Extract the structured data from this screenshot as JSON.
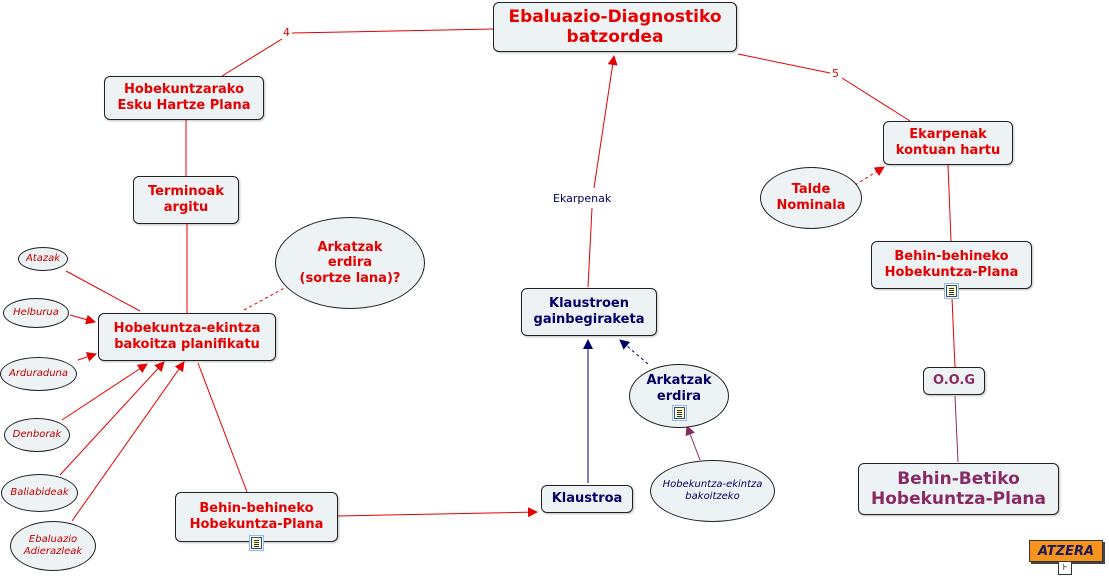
{
  "nodes": {
    "ebaluazio": "Ebaluazio-Diagnostiko\nbatzordea",
    "hobekuntzarako": "Hobekuntzarako\nEsku Hartze Plana",
    "terminoak": "Terminoak\nargitu",
    "arkatzak_sortze": "Arkatzak\nerdira\n(sortze lana)?",
    "planifikatu": "Hobekuntza-ekintza\nbakoitza planifikatu",
    "behin_behineko_left": "Behin-behineko\nHobekuntza-Plana",
    "klaustroen": "Klaustroen\ngainbegiraketa",
    "arkatzak_erdira": "Arkatzak\nerdira",
    "klaustroa": "Klaustroa",
    "hobekuntza_ekintza_bakoitzeko": "Hobekuntza-ekintza\nbakoitzeko",
    "ekarpenak_kontuan": "Ekarpenak\nkontuan hartu",
    "talde_nominala": "Talde\nNominala",
    "behin_behineko_right": "Behin-behineko\nHobekuntza-Plana",
    "oog": "O.O.G",
    "behin_betiko": "Behin-Betiko\nHobekuntza-Plana",
    "atazak": "Atazak",
    "helburua": "Helburua",
    "arduraduna": "Arduraduna",
    "denborak": "Denborak",
    "baliabideak": "Baliabideak",
    "ebaluazio_adierazleak": "Ebaluazio\nAdierazleak"
  },
  "link_labels": {
    "four": "4",
    "five": "5",
    "ekarpenak": "Ekarpenak"
  },
  "nav": {
    "atzera": "ATZERA"
  },
  "colors": {
    "red": "#e60000",
    "navy": "#000066",
    "purple": "#8a2a64",
    "node_fill": "#edf3f4",
    "button": "#f7941d"
  },
  "icons": {
    "note": "note-icon",
    "sitemap": "sitemap-icon"
  }
}
